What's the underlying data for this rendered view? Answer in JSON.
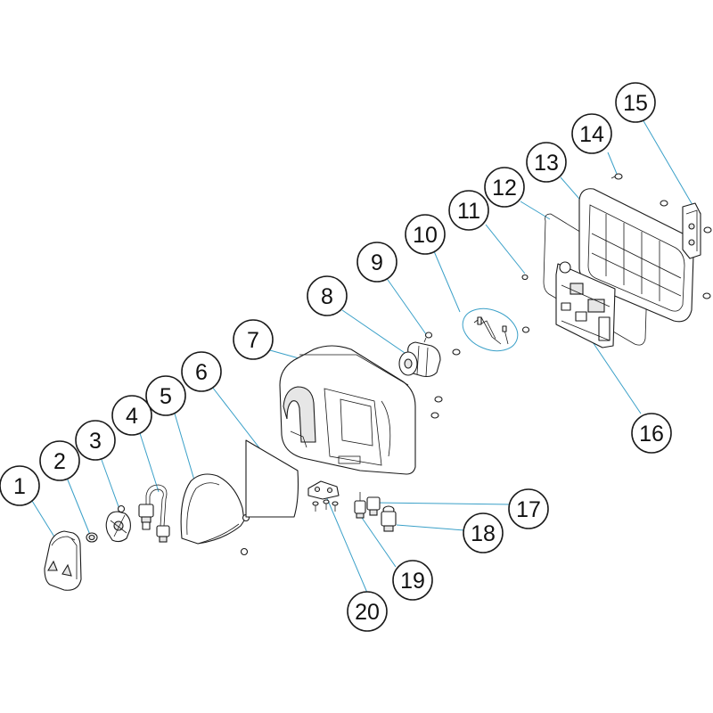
{
  "colors": {
    "leader": "#3aa0c8",
    "line": "#1a1a1a"
  },
  "callouts": [
    "1",
    "2",
    "3",
    "4",
    "5",
    "6",
    "7",
    "8",
    "9",
    "10",
    "11",
    "12",
    "13",
    "14",
    "15",
    "16",
    "17",
    "18",
    "19",
    "20"
  ]
}
